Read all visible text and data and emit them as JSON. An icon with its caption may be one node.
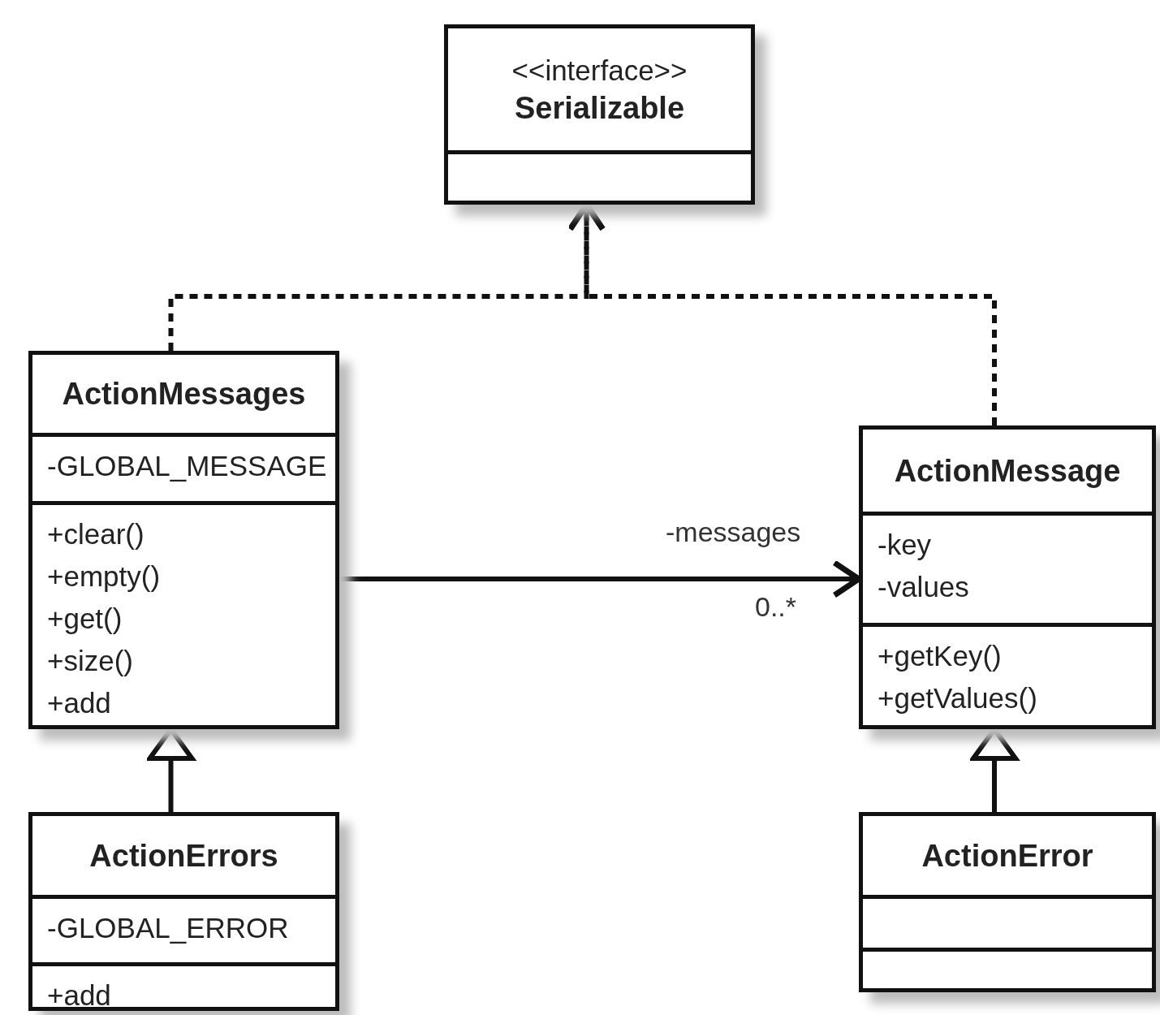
{
  "diagram": {
    "nodes": [
      {
        "text": [
          "<<interface>>",
          "Serializable"
        ]
      },
      {
        "text": [
          "ActionMessages",
          "-GLOBAL_MESSAGE",
          "+clear()",
          "+empty()",
          "+get()",
          "+size()",
          "+add"
        ]
      },
      {
        "text": [
          "ActionMessage",
          "-key",
          "-values",
          "+getKey()",
          "+getValues()"
        ]
      },
      {
        "text": [
          "ActionErrors",
          "-GLOBAL_ERROR",
          "+add"
        ]
      },
      {
        "text": [
          "ActionError"
        ]
      }
    ],
    "edges": [
      {
        "from": 1,
        "to": 0,
        "arrow": "to",
        "style": "dashed"
      },
      {
        "from": 2,
        "to": 0,
        "arrow": "to",
        "style": "dashed"
      },
      {
        "from": 1,
        "to": 2,
        "arrow": "to",
        "label": "-messages"
      },
      {
        "from": 3,
        "to": 1,
        "arrow": "to"
      },
      {
        "from": 4,
        "to": 2,
        "arrow": "to"
      }
    ],
    "labels": [
      "0..*"
    ]
  }
}
